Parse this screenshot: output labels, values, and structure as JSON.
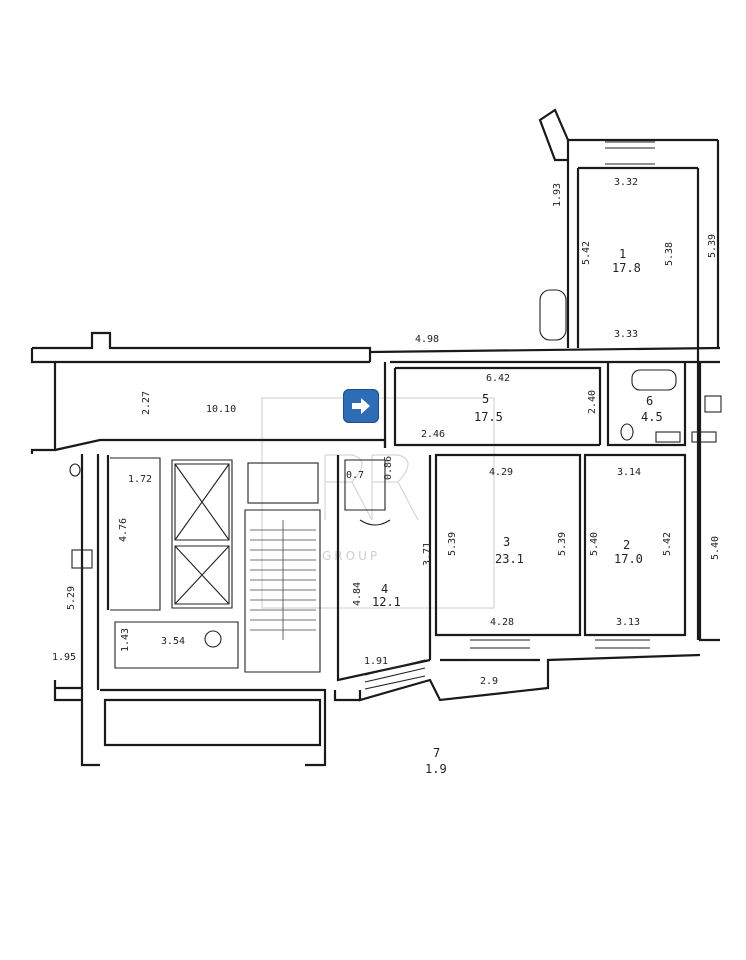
{
  "rooms": [
    {
      "id": "1",
      "number": "1",
      "area": "17.8"
    },
    {
      "id": "2",
      "number": "2",
      "area": "17.0"
    },
    {
      "id": "3",
      "number": "3",
      "area": "23.1"
    },
    {
      "id": "4",
      "number": "4",
      "area": "12.1"
    },
    {
      "id": "5",
      "number": "5",
      "area": "17.5"
    },
    {
      "id": "6",
      "number": "6",
      "area": "4.5"
    },
    {
      "id": "7",
      "number": "7",
      "area": "1.9"
    }
  ],
  "dimensions": {
    "d_332": "3.32",
    "d_542": "5.42",
    "d_538": "5.38",
    "d_193": "1.93",
    "d_539_right": "5.39",
    "d_333": "3.33",
    "d_498": "4.98",
    "d_642": "6.42",
    "d_240": "2.40",
    "d_246": "2.46",
    "d_227": "2.27",
    "d_1010": "10.10",
    "d_172": "1.72",
    "d_476": "4.76",
    "d_529": "5.29",
    "d_354": "3.54",
    "d_143": "1.43",
    "d_195": "1.95",
    "d_07": "0.7",
    "d_086": "0.86",
    "d_429": "4.29",
    "d_314": "3.14",
    "d_539_a": "5.39",
    "d_539_b": "5.39",
    "d_540_a": "5.40",
    "d_542_b": "5.42",
    "d_540_b": "5.40",
    "d_484": "4.84",
    "d_371": "3.71",
    "d_191": "1.91",
    "d_428": "4.28",
    "d_313": "3.13",
    "d_29": "2.9"
  },
  "watermark": {
    "text": "GROUP"
  },
  "nav": {
    "icon": "arrow-right-icon",
    "color": "#2e6db5"
  }
}
